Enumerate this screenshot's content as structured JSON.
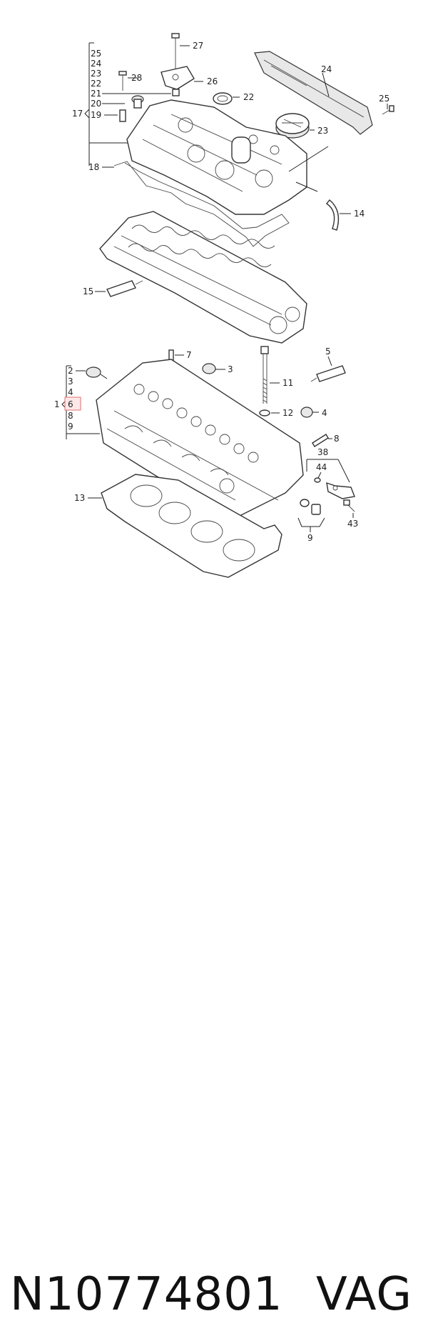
{
  "callouts": {
    "c1": "1",
    "c2": "2",
    "c3": "3",
    "c4": "4",
    "c4b": "4",
    "c5": "5",
    "c6": "6",
    "c6b": "6",
    "c7": "7",
    "c8": "8",
    "c8b": "8",
    "c9": "9",
    "c9b": "9",
    "c11": "11",
    "c12": "12",
    "c13": "13",
    "c14": "14",
    "c15": "15",
    "c17": "17",
    "c18": "18",
    "c19": "19",
    "c20": "20",
    "c21": "21",
    "c22": "22",
    "c22b": "22",
    "c23": "23",
    "c23b": "23",
    "c24": "24",
    "c24b": "24",
    "c25": "25",
    "c25b": "25",
    "c26": "26",
    "c27": "27",
    "c28": "28",
    "c38": "38",
    "c43": "43",
    "c44": "44"
  },
  "footer": {
    "part_number": "N10774801",
    "brand": "VAG"
  },
  "highlight_color": "#e07070"
}
